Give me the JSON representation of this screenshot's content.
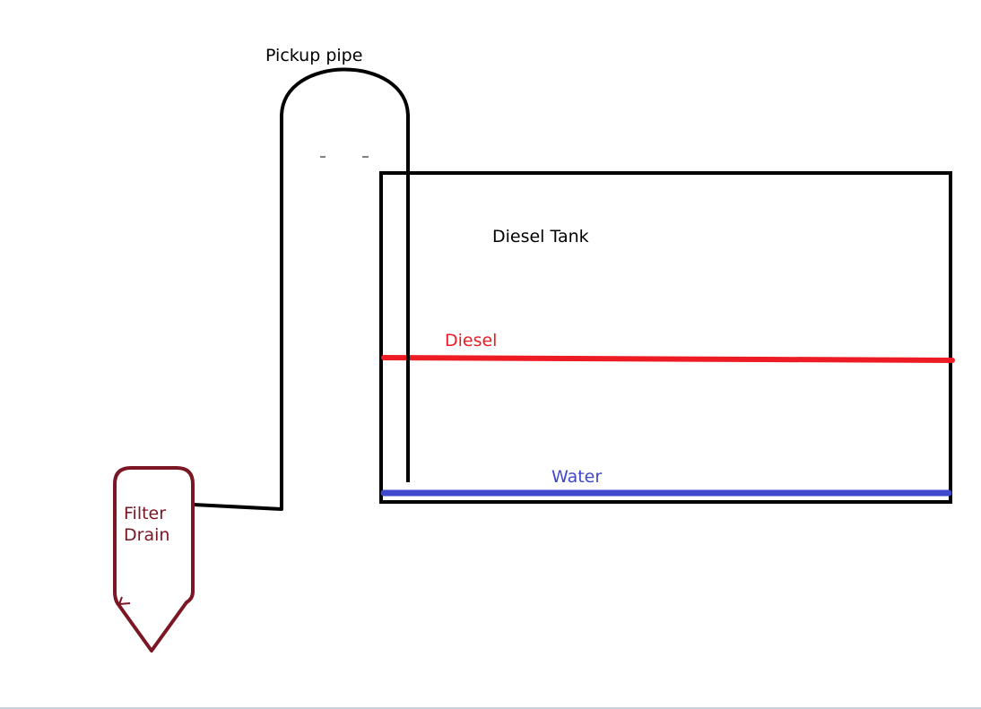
{
  "labels": {
    "pickup_pipe": "Pickup pipe",
    "diesel_tank": "Diesel Tank",
    "diesel": "Diesel",
    "water": "Water",
    "filter_drain": "Filter Drain"
  },
  "colors": {
    "outline": "#000000",
    "diesel": "#ed1c24",
    "water": "#3f48cc",
    "filter": "#7b1624"
  }
}
